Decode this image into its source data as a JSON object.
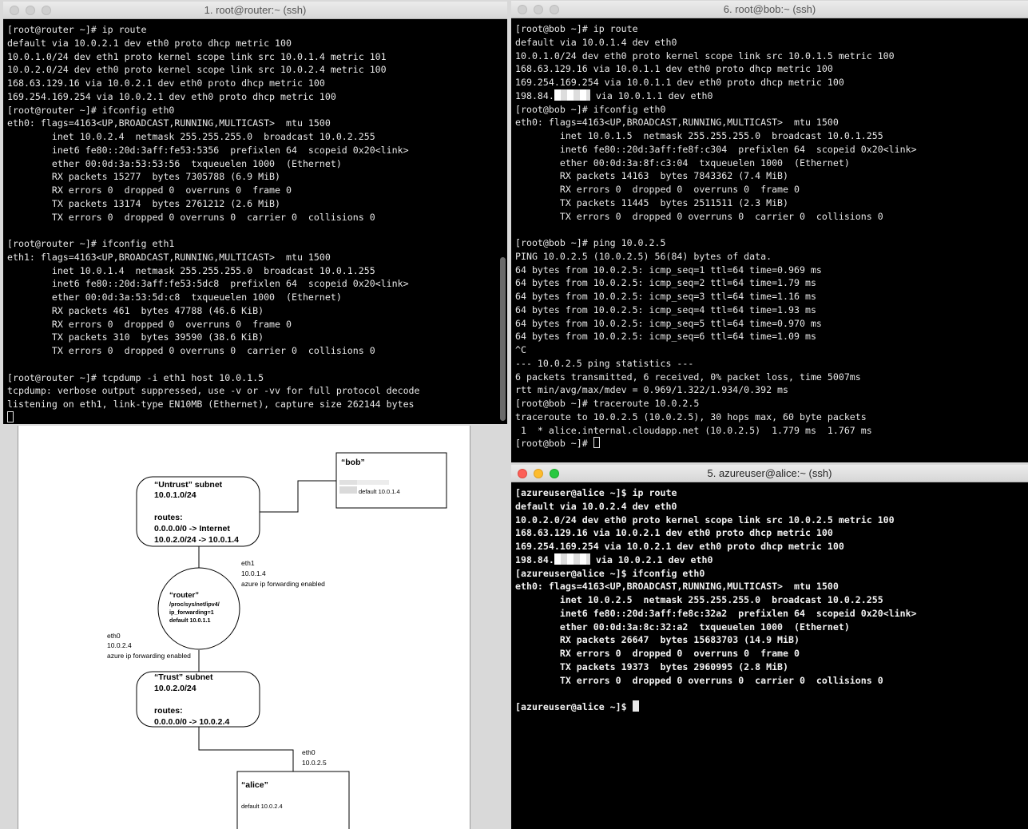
{
  "router_window": {
    "title": "1. root@router:~ (ssh)",
    "lines": [
      "[root@router ~]# ip route",
      "default via 10.0.2.1 dev eth0 proto dhcp metric 100",
      "10.0.1.0/24 dev eth1 proto kernel scope link src 10.0.1.4 metric 101",
      "10.0.2.0/24 dev eth0 proto kernel scope link src 10.0.2.4 metric 100",
      "168.63.129.16 via 10.0.2.1 dev eth0 proto dhcp metric 100",
      "169.254.169.254 via 10.0.2.1 dev eth0 proto dhcp metric 100",
      "[root@router ~]# ifconfig eth0",
      "eth0: flags=4163<UP,BROADCAST,RUNNING,MULTICAST>  mtu 1500",
      "        inet 10.0.2.4  netmask 255.255.255.0  broadcast 10.0.2.255",
      "        inet6 fe80::20d:3aff:fe53:5356  prefixlen 64  scopeid 0x20<link>",
      "        ether 00:0d:3a:53:53:56  txqueuelen 1000  (Ethernet)",
      "        RX packets 15277  bytes 7305788 (6.9 MiB)",
      "        RX errors 0  dropped 0  overruns 0  frame 0",
      "        TX packets 13174  bytes 2761212 (2.6 MiB)",
      "        TX errors 0  dropped 0 overruns 0  carrier 0  collisions 0",
      "",
      "[root@router ~]# ifconfig eth1",
      "eth1: flags=4163<UP,BROADCAST,RUNNING,MULTICAST>  mtu 1500",
      "        inet 10.0.1.4  netmask 255.255.255.0  broadcast 10.0.1.255",
      "        inet6 fe80::20d:3aff:fe53:5dc8  prefixlen 64  scopeid 0x20<link>",
      "        ether 00:0d:3a:53:5d:c8  txqueuelen 1000  (Ethernet)",
      "        RX packets 461  bytes 47788 (46.6 KiB)",
      "        RX errors 0  dropped 0  overruns 0  frame 0",
      "        TX packets 310  bytes 39590 (38.6 KiB)",
      "        TX errors 0  dropped 0 overruns 0  carrier 0  collisions 0",
      "",
      "[root@router ~]# tcpdump -i eth1 host 10.0.1.5",
      "tcpdump: verbose output suppressed, use -v or -vv for full protocol decode",
      "listening on eth1, link-type EN10MB (Ethernet), capture size 262144 bytes"
    ]
  },
  "bob_window": {
    "title": "6. root@bob:~ (ssh)",
    "lines_top": [
      "[root@bob ~]# ip route",
      "default via 10.0.1.4 dev eth0",
      "10.0.1.0/24 dev eth0 proto kernel scope link src 10.0.1.5 metric 100",
      "168.63.129.16 via 10.0.1.1 dev eth0 proto dhcp metric 100",
      "169.254.169.254 via 10.0.1.1 dev eth0 proto dhcp metric 100"
    ],
    "redacted_prefix": "198.84.",
    "redacted_suffix": " via 10.0.1.1 dev eth0",
    "lines_bottom": [
      "[root@bob ~]# ifconfig eth0",
      "eth0: flags=4163<UP,BROADCAST,RUNNING,MULTICAST>  mtu 1500",
      "        inet 10.0.1.5  netmask 255.255.255.0  broadcast 10.0.1.255",
      "        inet6 fe80::20d:3aff:fe8f:c304  prefixlen 64  scopeid 0x20<link>",
      "        ether 00:0d:3a:8f:c3:04  txqueuelen 1000  (Ethernet)",
      "        RX packets 14163  bytes 7843362 (7.4 MiB)",
      "        RX errors 0  dropped 0  overruns 0  frame 0",
      "        TX packets 11445  bytes 2511511 (2.3 MiB)",
      "        TX errors 0  dropped 0 overruns 0  carrier 0  collisions 0",
      "",
      "[root@bob ~]# ping 10.0.2.5",
      "PING 10.0.2.5 (10.0.2.5) 56(84) bytes of data.",
      "64 bytes from 10.0.2.5: icmp_seq=1 ttl=64 time=0.969 ms",
      "64 bytes from 10.0.2.5: icmp_seq=2 ttl=64 time=1.79 ms",
      "64 bytes from 10.0.2.5: icmp_seq=3 ttl=64 time=1.16 ms",
      "64 bytes from 10.0.2.5: icmp_seq=4 ttl=64 time=1.93 ms",
      "64 bytes from 10.0.2.5: icmp_seq=5 ttl=64 time=0.970 ms",
      "64 bytes from 10.0.2.5: icmp_seq=6 ttl=64 time=1.09 ms",
      "^C",
      "--- 10.0.2.5 ping statistics ---",
      "6 packets transmitted, 6 received, 0% packet loss, time 5007ms",
      "rtt min/avg/max/mdev = 0.969/1.322/1.934/0.392 ms",
      "[root@bob ~]# traceroute 10.0.2.5",
      "traceroute to 10.0.2.5 (10.0.2.5), 30 hops max, 60 byte packets",
      " 1  * alice.internal.cloudapp.net (10.0.2.5)  1.779 ms  1.767 ms"
    ],
    "prompt": "[root@bob ~]# "
  },
  "alice_window": {
    "title": "5. azureuser@alice:~ (ssh)",
    "lines_top": [
      "[azureuser@alice ~]$ ip route",
      "default via 10.0.2.4 dev eth0",
      "10.0.2.0/24 dev eth0 proto kernel scope link src 10.0.2.5 metric 100",
      "168.63.129.16 via 10.0.2.1 dev eth0 proto dhcp metric 100",
      "169.254.169.254 via 10.0.2.1 dev eth0 proto dhcp metric 100"
    ],
    "redacted_prefix": "198.84.",
    "redacted_suffix": " via 10.0.2.1 dev eth0",
    "lines_bottom": [
      "[azureuser@alice ~]$ ifconfig eth0",
      "eth0: flags=4163<UP,BROADCAST,RUNNING,MULTICAST>  mtu 1500",
      "        inet 10.0.2.5  netmask 255.255.255.0  broadcast 10.0.2.255",
      "        inet6 fe80::20d:3aff:fe8c:32a2  prefixlen 64  scopeid 0x20<link>",
      "        ether 00:0d:3a:8c:32:a2  txqueuelen 1000  (Ethernet)",
      "        RX packets 26647  bytes 15683703 (14.9 MiB)",
      "        RX errors 0  dropped 0  overruns 0  frame 0",
      "        TX packets 19373  bytes 2960995 (2.8 MiB)",
      "        TX errors 0  dropped 0 overruns 0  carrier 0  collisions 0",
      ""
    ],
    "prompt": "[azureuser@alice ~]$ "
  },
  "diagram": {
    "bob_title": "“bob”",
    "bob_default": "default 10.0.1.4",
    "untrust_title": "“Untrust” subnet",
    "untrust_cidr": "10.0.1.0/24",
    "untrust_routes_label": "routes:",
    "untrust_route1": "0.0.0.0/0 -> Internet",
    "untrust_route2": "10.0.2.0/24 -> 10.0.1.4",
    "router_eth1_name": "eth1",
    "router_eth1_ip": "10.0.1.4",
    "router_eth1_note": "azure ip forwarding enabled",
    "router_title": "“router”",
    "router_line1": "/proc/sys/net/ipv4/",
    "router_line2": "ip_forwarding=1",
    "router_line3": "default 10.0.1.1",
    "router_eth0_name": "eth0",
    "router_eth0_ip": "10.0.2.4",
    "router_eth0_note": "azure ip forwarding enabled",
    "trust_title": "“Trust” subnet",
    "trust_cidr": "10.0.2.0/24",
    "trust_routes_label": "routes:",
    "trust_route1": "0.0.0.0/0 -> 10.0.2.4",
    "alice_eth0_name": "eth0",
    "alice_eth0_ip": "10.0.2.5",
    "alice_title": "“alice”",
    "alice_default": "default 10.0.2.4"
  }
}
